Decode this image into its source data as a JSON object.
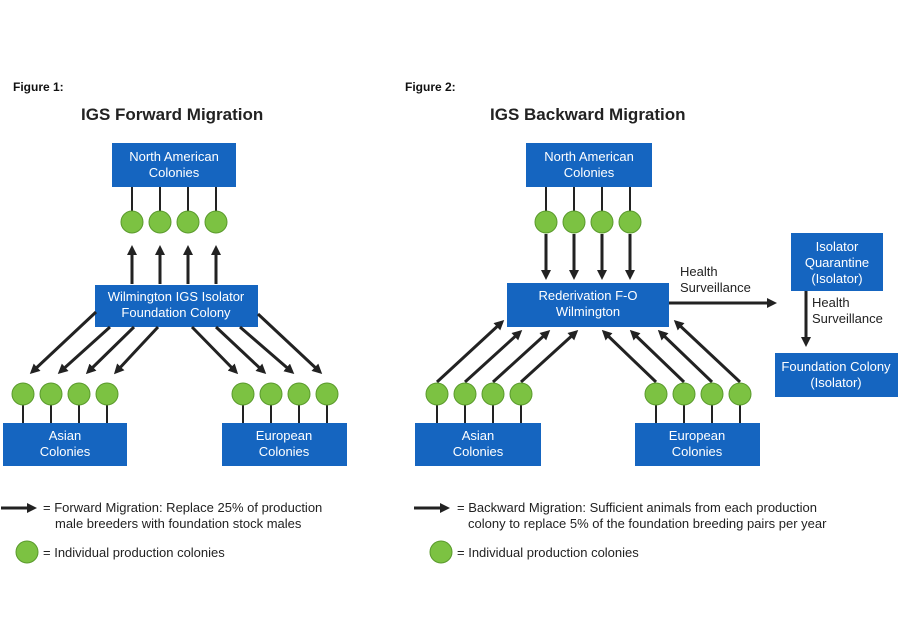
{
  "figure1": {
    "label": "Figure 1:",
    "title": "IGS Forward Migration",
    "box_north_america": [
      "North American",
      "Colonies"
    ],
    "box_foundation": [
      "Wilmington IGS Isolator",
      "Foundation Colony"
    ],
    "box_asian": [
      "Asian",
      "Colonies"
    ],
    "box_european": [
      "European",
      "Colonies"
    ],
    "legend_arrow": [
      "= Forward Migration: Replace 25% of production",
      "male breeders with foundation stock males"
    ],
    "legend_dot": "= Individual production colonies"
  },
  "figure2": {
    "label": "Figure 2:",
    "title": "IGS Backward Migration",
    "box_north_america": [
      "North American",
      "Colonies"
    ],
    "box_rederivation": [
      "Rederivation F-O",
      "Wilmington"
    ],
    "box_asian": [
      "Asian",
      "Colonies"
    ],
    "box_european": [
      "European",
      "Colonies"
    ],
    "box_quarantine": [
      "Isolator",
      "Quarantine",
      "(Isolator)"
    ],
    "box_foundation": [
      "Foundation Colony",
      "(Isolator)"
    ],
    "health_surveillance_1": [
      "Health",
      "Surveillance"
    ],
    "health_surveillance_2": [
      "Health",
      "Surveillance"
    ],
    "legend_arrow": [
      "= Backward Migration: Sufficient animals from each production",
      "colony to replace 5% of the foundation breeding pairs per year"
    ],
    "legend_dot": "= Individual production colonies"
  },
  "colors": {
    "box": "#1565c0",
    "dot": "#7cc242",
    "arrow": "#222222"
  }
}
